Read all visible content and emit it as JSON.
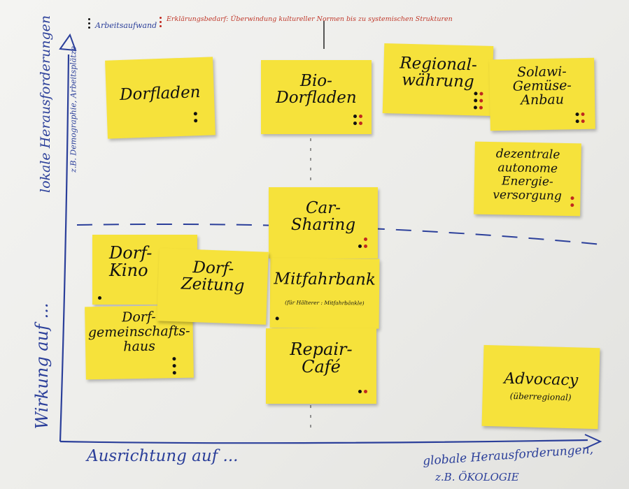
{
  "legend": {
    "effort": "Arbeitsaufwand",
    "explanation": "Erklärungsbedarf: Überwindung kultureller Normen bis zu systemischen Strukturen"
  },
  "axes": {
    "y_top": "lokale Herausforderungen",
    "y_top_sub": "z.B. Demographie, Arbeitsplätze",
    "y_bottom": "Wirkung auf ...",
    "x_left": "Ausrichtung auf ...",
    "x_right": "globale Herausforderungen,",
    "x_right_sub": "z.B. ÖKOLOGIE"
  },
  "notes": {
    "dorfladen": "Dorfladen",
    "bio": "Bio-\nDorfladen",
    "regional": "Regional-\nwährung",
    "solawi": "Solawi-\nGemüse-\nAnbau",
    "energie": "dezentrale\nautonome\nEnergie-\nversorgung",
    "carsharing": "Car-\nSharing",
    "kino": "Dorf-\nKino",
    "zeitung": "Dorf-\nZeitung",
    "mitfahr": "Mitfahrbank",
    "mitfahr_sub": "(für Hälterer : Mitfahrbänkle)",
    "gemein": "Dorf-\ngemeinschafts-\nhaus",
    "repair": "Repair-\nCafé",
    "advocacy": "Advocacy",
    "advocacy_sub": "(überregional)"
  },
  "colors": {
    "note": "#f6e23b",
    "ink_blue": "#2b3f9a",
    "ink_red": "#c0392b"
  }
}
